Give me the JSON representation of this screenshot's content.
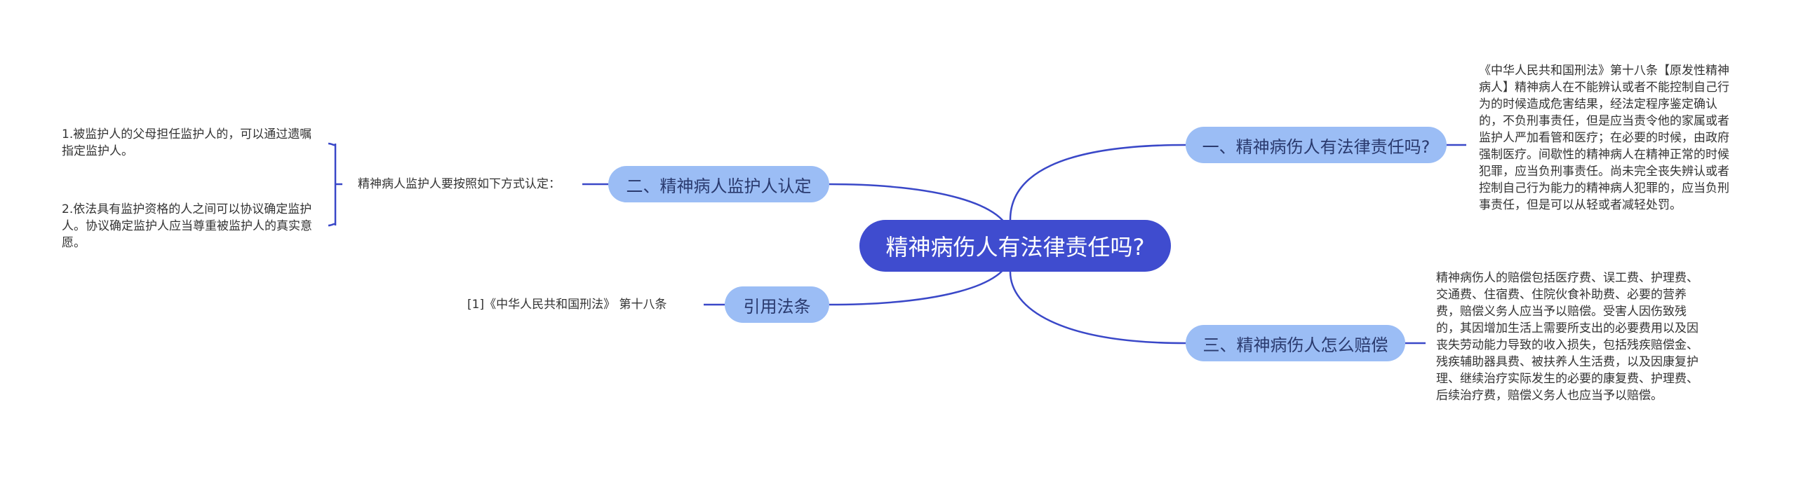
{
  "root": {
    "label": "精神病伤人有法律责任吗?"
  },
  "branches": {
    "b1": {
      "label": "一、精神病伤人有法律责任吗?",
      "detail": "《中华人民共和国刑法》第十八条【原发性精神病人】精神病人在不能辨认或者不能控制自己行为的时候造成危害结果，经法定程序鉴定确认的，不负刑事责任，但是应当责令他的家属或者监护人严加看管和医疗；在必要的时候，由政府强制医疗。间歇性的精神病人在精神正常的时候犯罪，应当负刑事责任。尚未完全丧失辨认或者控制自己行为能力的精神病人犯罪的，应当负刑事责任，但是可以从轻或者减轻处罚。"
    },
    "b2": {
      "label": "二、精神病人监护人认定",
      "sub_label": "精神病人监护人要按照如下方式认定：",
      "items": [
        "1.被监护人的父母担任监护人的，可以通过遗嘱指定监护人。",
        "2.依法具有监护资格的人之间可以协议确定监护人。协议确定监护人应当尊重被监护人的真实意愿。"
      ]
    },
    "b3": {
      "label": "三、精神病伤人怎么赔偿",
      "detail": "精神病伤人的赔偿包括医疗费、误工费、护理费、交通费、住宿费、住院伙食补助费、必要的营养费，赔偿义务人应当予以赔偿。受害人因伤致残的，其因增加生活上需要所支出的必要费用以及因丧失劳动能力导致的收入损失，包括残疾赔偿金、残疾辅助器具费、被扶养人生活费，以及因康复护理、继续治疗实际发生的必要的康复费、护理费、后续治疗费，赔偿义务人也应当予以赔偿。"
    },
    "b4": {
      "label": "引用法条",
      "detail": "[1]《中华人民共和国刑法》 第十八条"
    }
  },
  "colors": {
    "root": "#3f4ccf",
    "branch": "#9bbdf5",
    "line": "#3a48c8"
  }
}
